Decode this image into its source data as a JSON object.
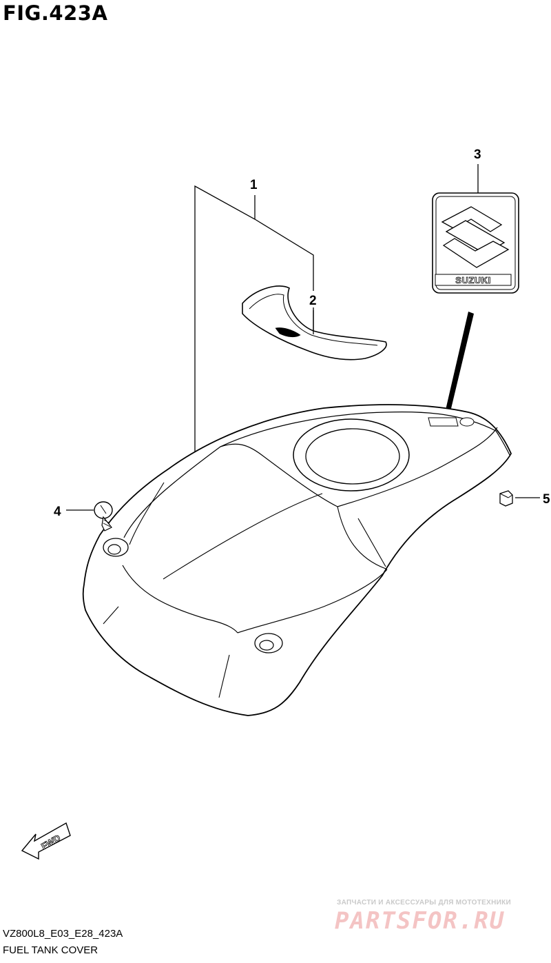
{
  "figure": {
    "title": "FIG.423A"
  },
  "callouts": [
    "1",
    "2",
    "3",
    "4",
    "5"
  ],
  "emblem": {
    "brand_text": "SUZUKI"
  },
  "fwd_arrow": {
    "label": "FWD"
  },
  "footer": {
    "model_code": "VZ800L8_E03_E28_423A",
    "caption": "FUEL TANK COVER"
  },
  "watermark": {
    "tagline": "ЗАПЧАСТИ И АКСЕССУАРЫ ДЛЯ МОТОТЕХНИКИ",
    "logo_text": "PARTSFOR.RU"
  }
}
